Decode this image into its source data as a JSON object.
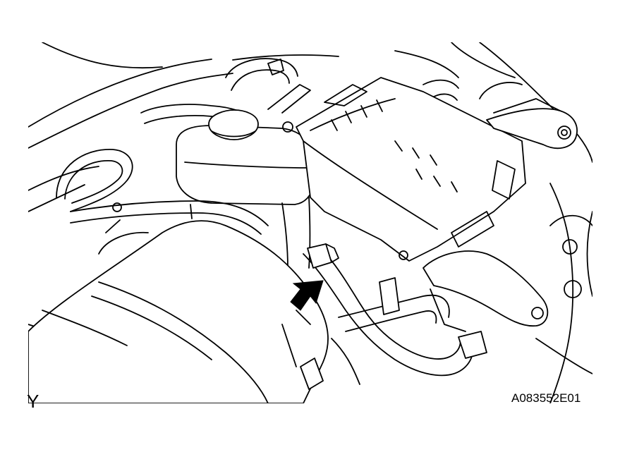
{
  "labels": {
    "view": "Y",
    "figure_id": "A083552E01"
  },
  "colors": {
    "line": "#000000",
    "background": "#ffffff"
  },
  "callouts": [
    {
      "name": "arrow-icon",
      "points_to": "hose"
    }
  ]
}
